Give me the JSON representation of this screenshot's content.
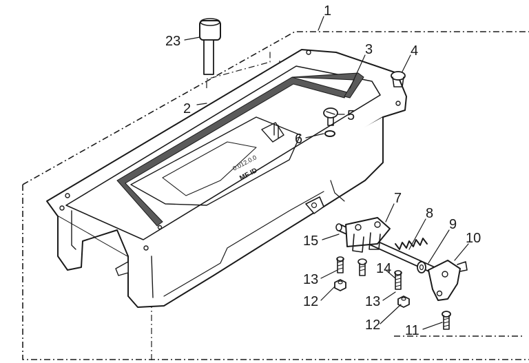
{
  "diagram": {
    "type": "exploded parts diagram",
    "subject": "oil pan assembly",
    "callouts": {
      "c1": "1",
      "c2": "2",
      "c3": "3",
      "c4": "4",
      "c5": "5",
      "c6": "6",
      "c7": "7",
      "c8": "8",
      "c9": "9",
      "c10": "10",
      "c11": "11",
      "c12a": "12",
      "c12b": "12",
      "c13a": "13",
      "c13b": "13",
      "c14": "14",
      "c15": "15",
      "c23": "23"
    },
    "pan_stamp": "0.012.0.0",
    "pan_marking": "MF ID",
    "colors": {
      "ink": "#1a1a1a",
      "paper": "#ffffff"
    }
  }
}
